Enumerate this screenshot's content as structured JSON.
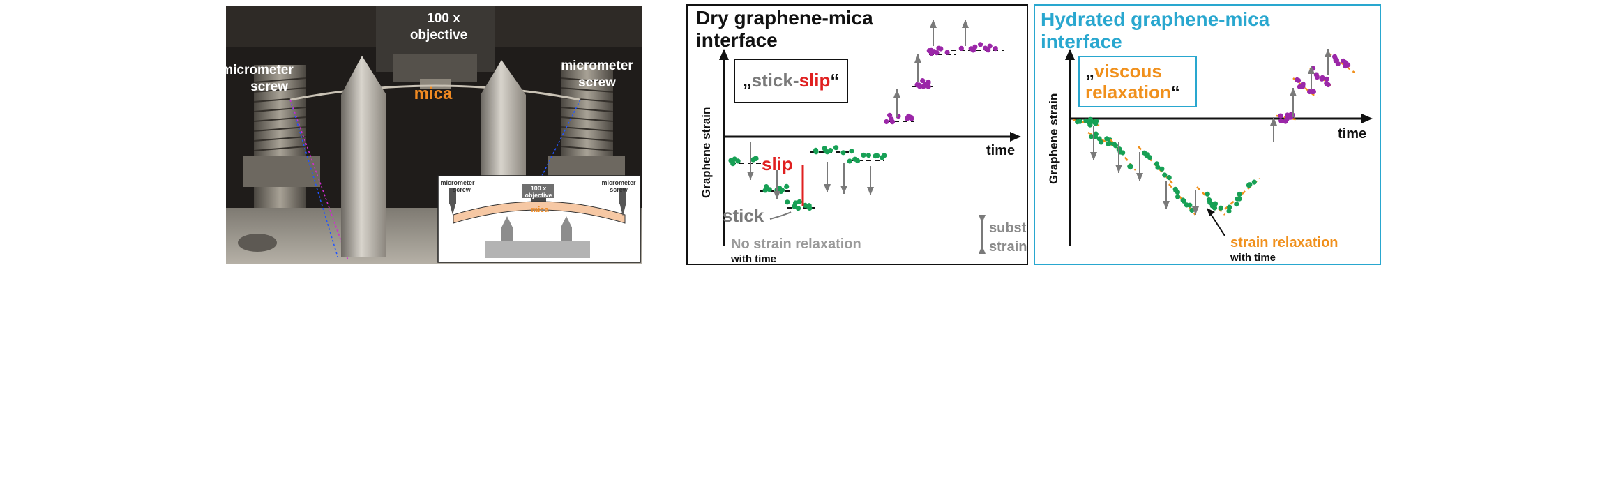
{
  "photo": {
    "objective_label_1": "100 x",
    "objective_label_2": "objective",
    "left_screw_1": "micrometer",
    "left_screw_2": "screw",
    "right_screw_1": "micrometer",
    "right_screw_2": "screw",
    "mica_label": "mica",
    "inset": {
      "left_screw_1": "micrometer",
      "left_screw_2": "screw",
      "right_screw_1": "micrometer",
      "right_screw_2": "screw",
      "objective_1": "100 x",
      "objective_2": "objective",
      "mica": "mica"
    }
  },
  "dry": {
    "title_1": "Dry graphene-mica",
    "title_2": "interface",
    "quote_open": "„",
    "quote_stick": "stick",
    "quote_dash": "-",
    "quote_slip": "slip",
    "quote_close": "“",
    "ylabel": "Graphene strain",
    "xlabel": "time",
    "slip_label": "slip",
    "stick_label": "stick",
    "caption_1": "No strain relaxation",
    "caption_2": "with time",
    "legend_1": "substrate",
    "legend_2": "strain"
  },
  "hyd": {
    "title_1": "Hydrated graphene-mica",
    "title_2": "interface",
    "quote_open": "„",
    "quote_1": "viscous",
    "quote_2": "relaxation",
    "quote_close": "“",
    "ylabel": "Graphene strain",
    "xlabel": "time",
    "caption_1": "strain relaxation",
    "caption_2": "with time"
  },
  "colors": {
    "title_cyan": "#29a7cf",
    "slip_red": "#e02020",
    "stick_grey": "#7a7a7a",
    "green_points": "#17a055",
    "purple_points": "#9b27a8",
    "orange_fit": "#f0901c"
  }
}
